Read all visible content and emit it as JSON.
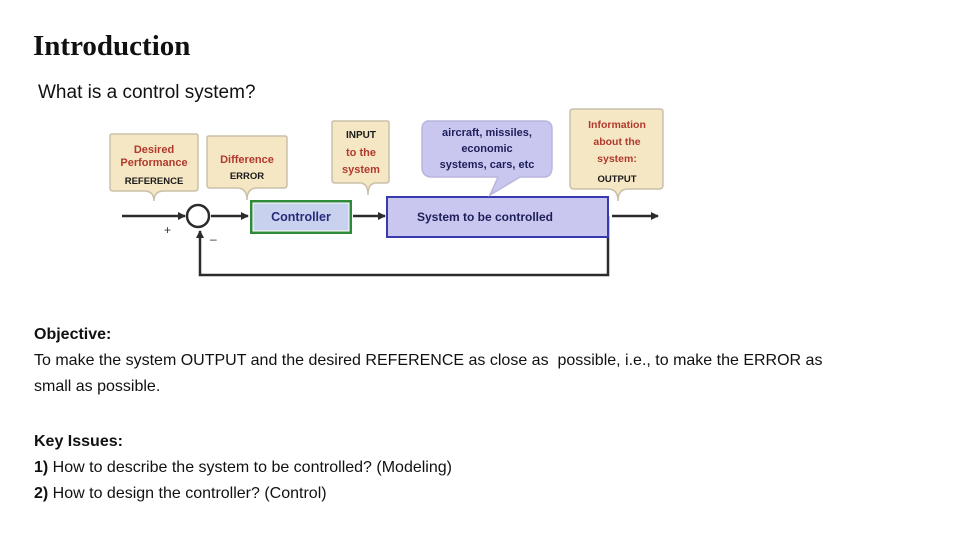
{
  "slide": {
    "title": "Introduction",
    "subtitle": "What is a control system?"
  },
  "diagram": {
    "reference_box": {
      "line1": "Desired",
      "line2": "Performance",
      "line3": "REFERENCE"
    },
    "error_box": {
      "line1": "Difference",
      "line2": "ERROR"
    },
    "input_box": {
      "line1": "INPUT",
      "line2": "to the",
      "line3": "system"
    },
    "examples_bubble": {
      "line1": "aircraft, missiles,",
      "line2": "economic",
      "line3": "systems, cars, etc"
    },
    "output_box": {
      "line1": "Information",
      "line2": "about the",
      "line3": "system:",
      "line4": "OUTPUT"
    },
    "controller_label": "Controller",
    "plant_label": "System to be controlled",
    "plus_sign": "+",
    "minus_sign": "–",
    "colors": {
      "note_fill": "#f6e7c4",
      "note_stroke": "#c8c0aa",
      "note_text": "#b03a2e",
      "controller_fill": "#c8d2ef",
      "controller_stroke": "#2e8b3a",
      "plant_fill": "#c9c7ef",
      "plant_stroke": "#3a3ab0",
      "line": "#2b2b2b"
    }
  },
  "objective": {
    "heading": "Objective:",
    "text_line1": "To make the system OUTPUT and the desired REFERENCE as close as  possible, i.e., to make the ERROR as",
    "text_line2": "small as possible."
  },
  "key_issues": {
    "heading": "Key Issues:",
    "items": [
      {
        "num": "1)",
        "text": " How to describe the system to be controlled? (Modeling)"
      },
      {
        "num": "2)",
        "text": " How to design the controller? (Control)"
      }
    ]
  }
}
